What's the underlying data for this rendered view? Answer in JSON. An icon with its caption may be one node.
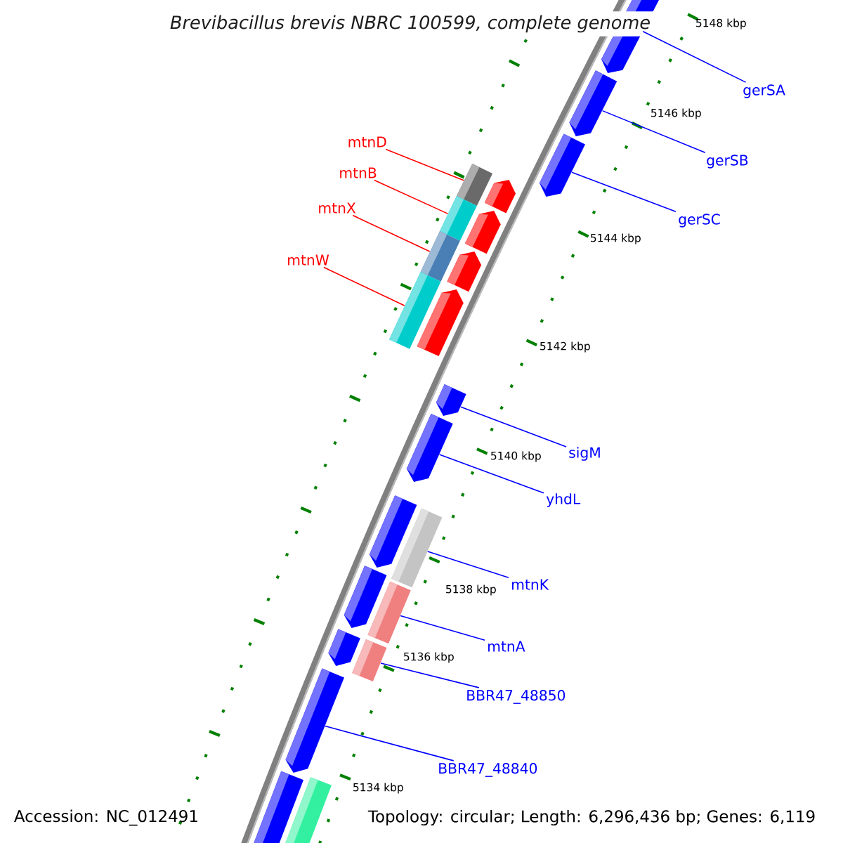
{
  "diagram": {
    "title": "Brevibacillus brevis NBRC 100599, complete genome",
    "nodes": [
      {
        "text": [
          "mtnD"
        ]
      },
      {
        "text": [
          "mtnB"
        ]
      },
      {
        "text": [
          "mtnX"
        ]
      },
      {
        "text": [
          "mtnW"
        ]
      },
      {
        "text": [
          "gerSA"
        ]
      },
      {
        "text": [
          "gerSB"
        ]
      },
      {
        "text": [
          "gerSC"
        ]
      },
      {
        "text": [
          "sigM"
        ]
      },
      {
        "text": [
          "yhdL"
        ]
      },
      {
        "text": [
          "mtnK"
        ]
      },
      {
        "text": [
          "mtnA"
        ]
      },
      {
        "text": [
          "BBR47_48850"
        ]
      },
      {
        "text": [
          "BBR47_48840"
        ]
      },
      {
        "text": [],
        "shape": "bar"
      },
      {
        "text": [],
        "shape": "bar"
      },
      {
        "text": [],
        "shape": "bar"
      },
      {
        "text": [],
        "shape": "bar"
      },
      {
        "text": [],
        "shape": "bar"
      },
      {
        "text": [],
        "shape": "bar"
      },
      {
        "text": [],
        "shape": "bar"
      },
      {
        "text": [],
        "shape": "bar"
      },
      {
        "text": [],
        "shape": "bar"
      },
      {
        "text": [],
        "shape": "bar"
      },
      {
        "text": [],
        "shape": "bar"
      },
      {
        "text": [],
        "shape": "bar"
      },
      {
        "text": [],
        "shape": "bar"
      },
      {
        "text": [],
        "shape": "bar"
      },
      {
        "text": [],
        "shape": "bar"
      },
      {
        "text": [],
        "shape": "bar"
      },
      {
        "text": [],
        "shape": "bar"
      },
      {
        "text": [],
        "shape": "bar"
      },
      {
        "text": [],
        "shape": "bar"
      },
      {
        "text": [],
        "shape": "bar"
      },
      {
        "text": [],
        "shape": "bar"
      },
      {
        "text": [],
        "shape": "bar"
      }
    ],
    "edges": [
      {
        "from": 0,
        "to": 13,
        "arrow": "none",
        "color": "#ff0000"
      },
      {
        "from": 1,
        "to": 14,
        "arrow": "none",
        "color": "#ff0000"
      },
      {
        "from": 2,
        "to": 15,
        "arrow": "none",
        "color": "#ff0000"
      },
      {
        "from": 3,
        "to": 16,
        "arrow": "none",
        "color": "#ff0000"
      },
      {
        "from": 4,
        "to": 17,
        "arrow": "none"
      },
      {
        "from": 5,
        "to": 18,
        "arrow": "none"
      },
      {
        "from": 6,
        "to": 19,
        "arrow": "none"
      },
      {
        "from": 7,
        "to": 20,
        "arrow": "none"
      },
      {
        "from": 8,
        "to": 21,
        "arrow": "none"
      },
      {
        "from": 9,
        "to": 22,
        "arrow": "none"
      },
      {
        "from": 10,
        "to": 23,
        "arrow": "none"
      },
      {
        "from": 11,
        "to": 24,
        "arrow": "none"
      },
      {
        "from": 12,
        "to": 25,
        "arrow": "none"
      }
    ],
    "labels": [
      "5148 kbp",
      "5146 kbp",
      "5144 kbp",
      "5142 kbp",
      "5140 kbp",
      "5138 kbp",
      "5136 kbp",
      "5134 kbp",
      "Accession: NC_012491",
      "Topology: circular; Length: 6,296,436 bp; Genes: 6,119"
    ]
  }
}
